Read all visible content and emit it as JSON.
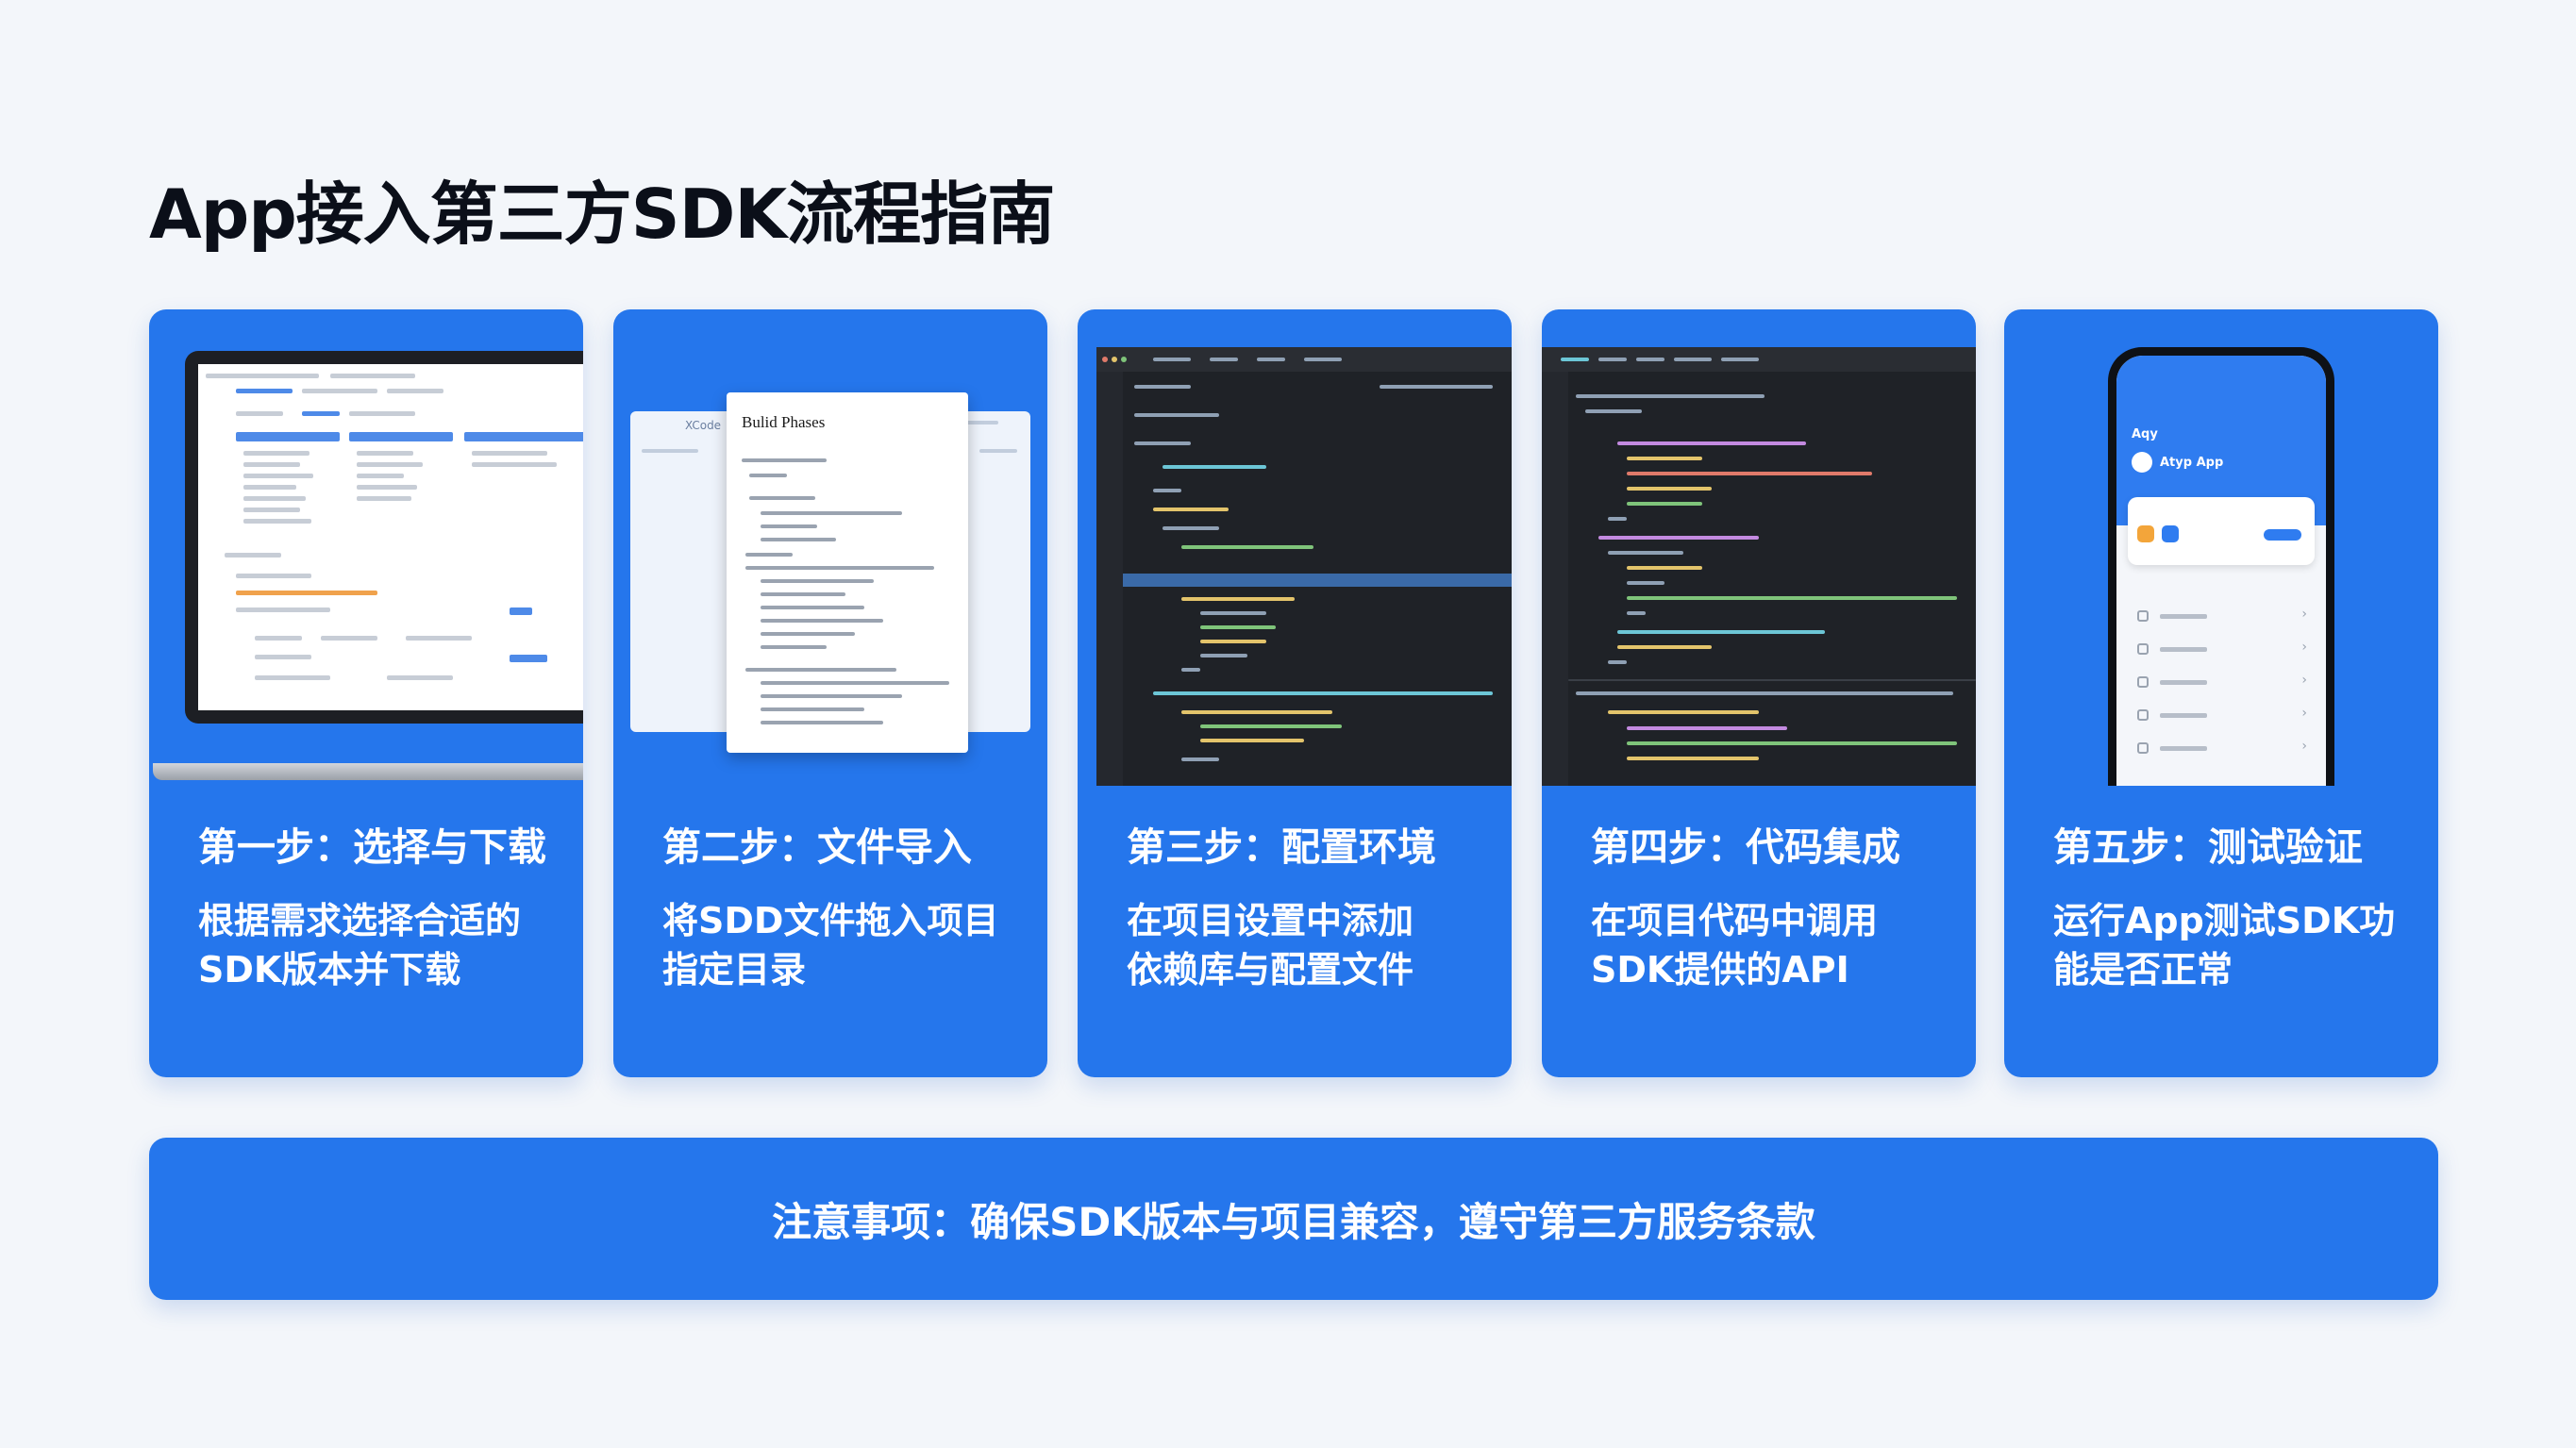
{
  "title": "App接入第三方SDK流程指南",
  "steps": [
    {
      "title": "第一步：选择与下载",
      "desc": [
        "根据需求选择合适的",
        "SDK版本并下载"
      ]
    },
    {
      "title": "第二步：文件导入",
      "desc": [
        "将SDD文件拖入项目",
        "指定目录"
      ]
    },
    {
      "title": "第三步：配置环境",
      "desc": [
        "在项目设置中添加",
        "依赖库与配置文件"
      ]
    },
    {
      "title": "第四步：代码集成",
      "desc": [
        "在项目代码中调用",
        "SDK提供的API"
      ]
    },
    {
      "title": "第五步：测试验证",
      "desc": [
        "运行App测试SDK功",
        "能是否正常"
      ]
    }
  ],
  "mockups": {
    "doc_heading": "Bulid Phases",
    "doc_side_label": "XCode",
    "phone_app_name": "Atyp App",
    "phone_header": "Aqy"
  },
  "notice": "注意事项：确保SDK版本与项目兼容，遵守第三方服务条款",
  "colors": {
    "accent": "#2576ec",
    "title": "#0b0f19",
    "background": "#f3f6fa"
  }
}
